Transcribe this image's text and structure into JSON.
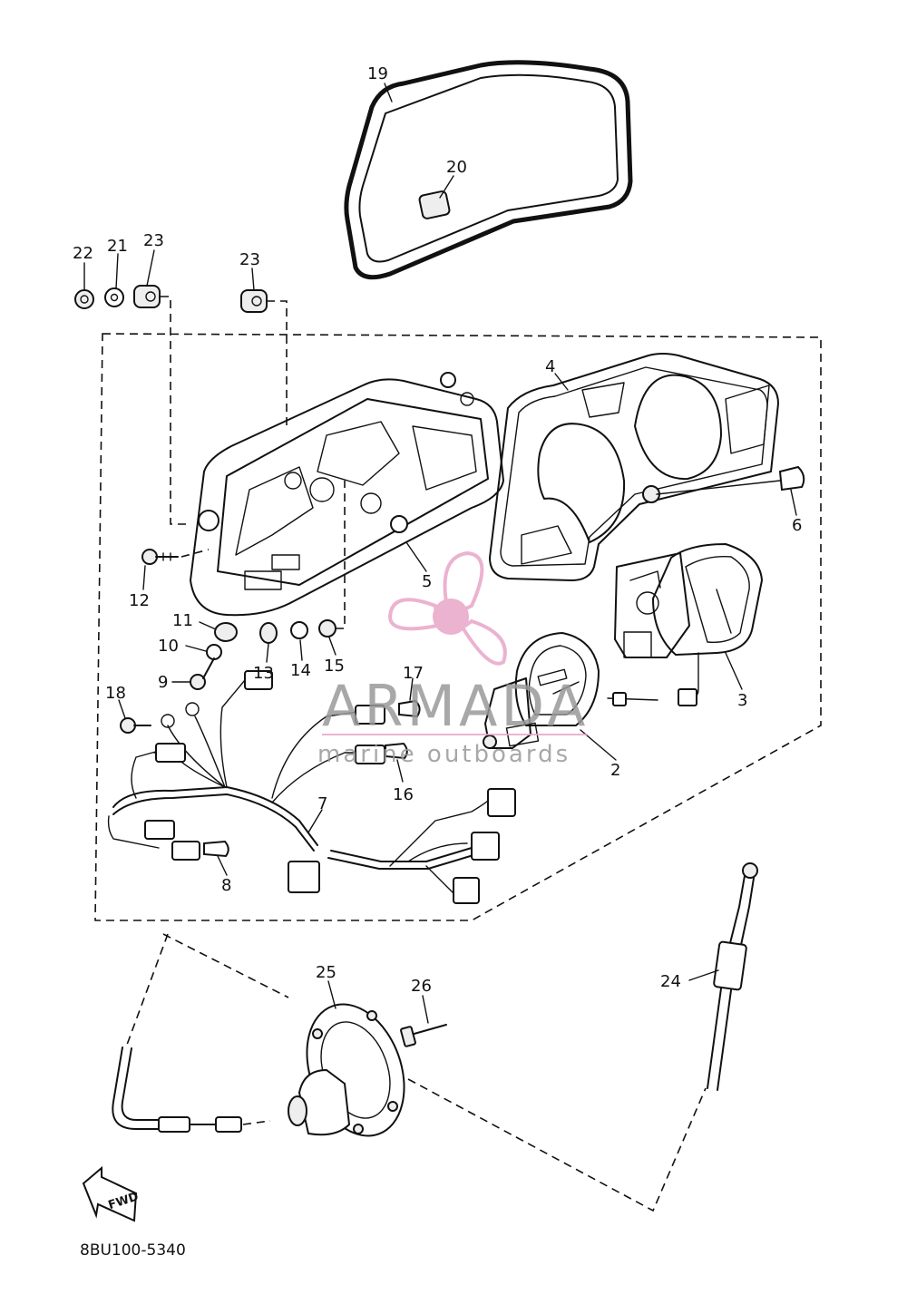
{
  "callouts": {
    "p1": "19",
    "p2": "20",
    "p3": "22",
    "p4": "21",
    "p5": "23",
    "p6": "23",
    "p7": "4",
    "p8": "6",
    "p9": "5",
    "p10": "12",
    "p11": "11",
    "p12": "10",
    "p13": "9",
    "p14": "13",
    "p15": "14",
    "p16": "15",
    "p17": "3",
    "p18": "17",
    "p19": "18",
    "p20": "2",
    "p21": "16",
    "p22": "7",
    "p23": "8",
    "p24": "25",
    "p25": "26",
    "p26": "24"
  },
  "fwd_label": "FWD",
  "diagram_code": "8BU100-5340",
  "watermark": {
    "brand": "ARMADA",
    "tagline": "marine outboards",
    "logo_color": "#e8a6c8",
    "text_color": "#9a9a9a"
  }
}
